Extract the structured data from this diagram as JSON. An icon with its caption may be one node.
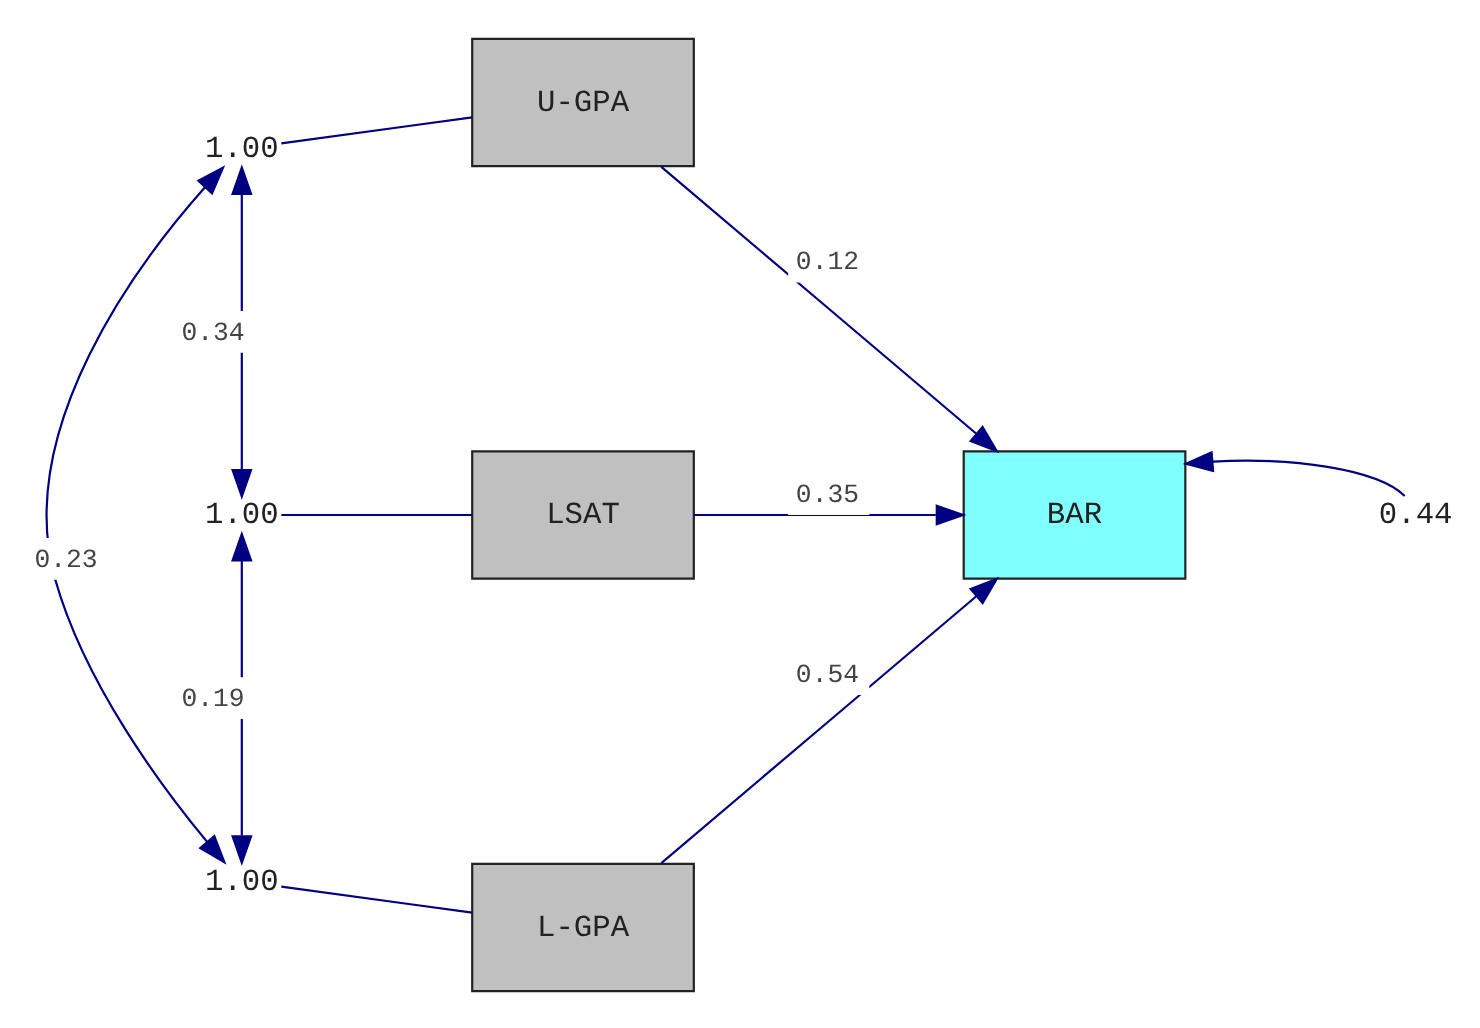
{
  "diagram": {
    "nodes": [
      {
        "text": [
          "U-GPA"
        ]
      },
      {
        "text": [
          "LSAT"
        ]
      },
      {
        "text": [
          "L-GPA"
        ]
      },
      {
        "text": [
          "BAR"
        ]
      },
      {
        "text": [
          "1.00"
        ]
      },
      {
        "text": [
          "1.00"
        ]
      },
      {
        "text": [
          "1.00"
        ]
      },
      {
        "text": [
          "0.44"
        ]
      }
    ],
    "edges": [
      {
        "from": 4,
        "to": 0,
        "arrow": "none"
      },
      {
        "from": 5,
        "to": 1,
        "arrow": "none"
      },
      {
        "from": 6,
        "to": 2,
        "arrow": "none"
      },
      {
        "from": 4,
        "to": 5,
        "arrow": "both",
        "label": "0.34"
      },
      {
        "from": 5,
        "to": 6,
        "arrow": "both",
        "label": "0.19"
      },
      {
        "from": 4,
        "to": 6,
        "arrow": "both",
        "label": "0.23"
      },
      {
        "from": 0,
        "to": 3,
        "arrow": "to",
        "label": "0.12"
      },
      {
        "from": 1,
        "to": 3,
        "arrow": "to",
        "label": "0.35"
      },
      {
        "from": 2,
        "to": 3,
        "arrow": "to",
        "label": "0.54"
      },
      {
        "from": 7,
        "to": 3,
        "arrow": "to"
      }
    ]
  }
}
